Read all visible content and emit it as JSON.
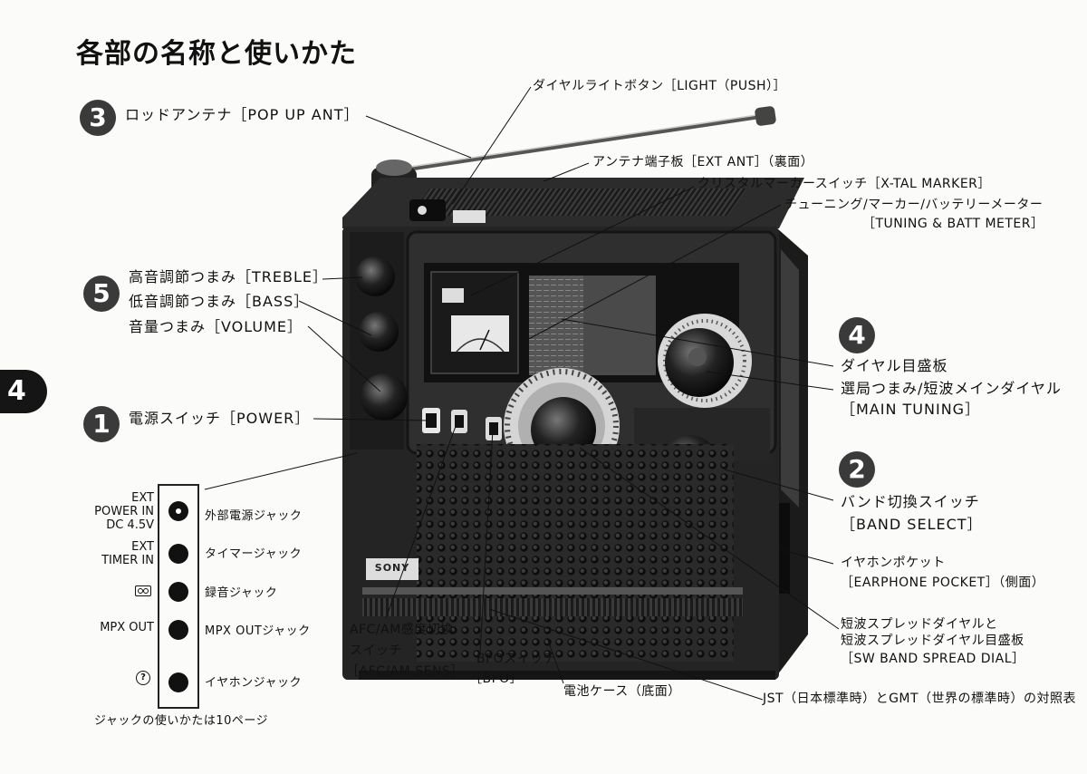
{
  "page": {
    "title": "各部の名称と使いかた",
    "page_number": "4"
  },
  "brand_label": "SONY",
  "labels": {
    "num3": "3",
    "antenna": "ロッドアンテナ［POP UP ANT］",
    "light": "ダイヤルライトボタン［LIGHT（PUSH）］",
    "ext_ant": "アンテナ端子板［EXT ANT］（裏面）",
    "xtal": "クリスタルマーカースイッチ［X-TAL MARKER］",
    "meter_ja": "チューニング/マーカー/バッテリーメーター",
    "meter_en": "［TUNING & BATT METER］",
    "num5": "5",
    "treble": "高音調節つまみ［TREBLE］",
    "bass": "低音調節つまみ［BASS］",
    "volume": "音量つまみ［VOLUME］",
    "num4": "4",
    "dial_scale": "ダイヤル目盛板",
    "main_tuning_ja": "選局つまみ/短波メインダイヤル",
    "main_tuning_en": "［MAIN TUNING］",
    "num1": "1",
    "power": "電源スイッチ［POWER］",
    "num2": "2",
    "band_ja": "バンド切換スイッチ",
    "band_en": "［BAND SELECT］",
    "earphone_ja": "イヤホンポケット",
    "earphone_en": "［EARPHONE POCKET］（側面）",
    "spread_ja1": "短波スプレッドダイヤルと",
    "spread_ja2": "短波スプレッドダイヤル目盛板",
    "spread_en": "［SW BAND SPREAD DIAL］",
    "afc_ja1": "AFC/AM感度切換",
    "afc_ja2": "スイッチ",
    "afc_en": "［AFC/AM SENS］",
    "bfo_ja": "BFOスイッチ",
    "bfo_en": "［BFO］",
    "battery": "電池ケース（底面）",
    "jst": "JST（日本標準時）とGMT（世界の標準時）の対照表"
  },
  "jacks": [
    {
      "left_label": "EXT\nPOWER IN\nDC 4.5V",
      "right_label": "外部電源ジャック",
      "icon": "dc-jack-icon"
    },
    {
      "left_label": "EXT\nTIMER IN",
      "right_label": "タイマージャック",
      "icon": "jack-icon"
    },
    {
      "left_label": "",
      "right_label": "録音ジャック",
      "icon": "cassette-icon"
    },
    {
      "left_label": "MPX OUT",
      "right_label": "MPX OUTジャック",
      "icon": "jack-icon"
    },
    {
      "left_label": "",
      "right_label": "イヤホンジャック",
      "icon": "earphone-icon"
    }
  ],
  "jack_note": "ジャックの使いかたは10ページ"
}
